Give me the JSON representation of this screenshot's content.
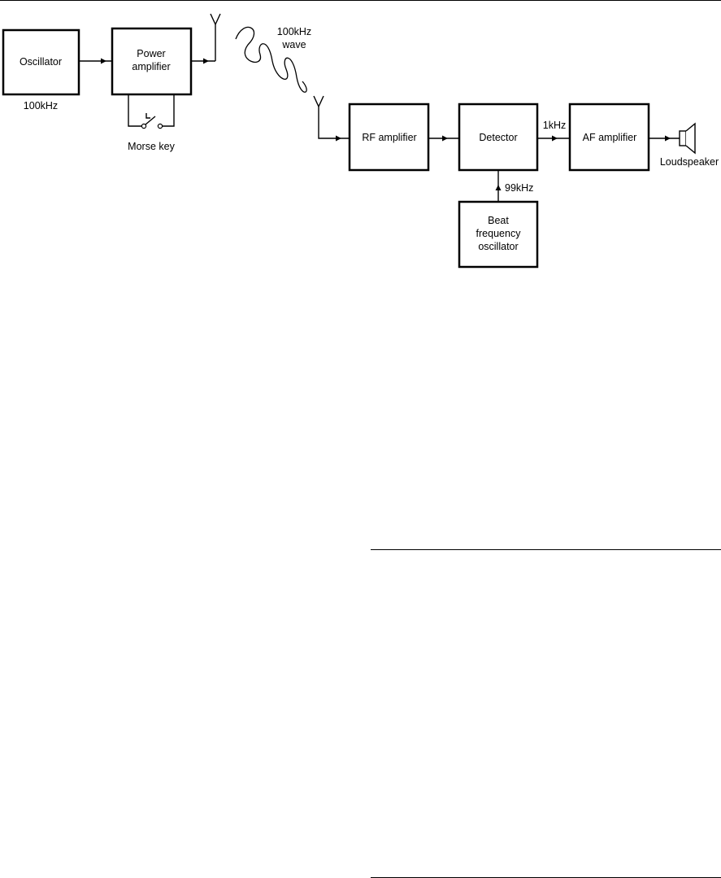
{
  "diagram": {
    "blocks": {
      "oscillator": "Oscillator",
      "power_amp_line1": "Power",
      "power_amp_line2": "amplifier",
      "rf_amp": "RF amplifier",
      "detector": "Detector",
      "af_amp": "AF amplifier",
      "bfo_line1": "Beat",
      "bfo_line2": "frequency",
      "bfo_line3": "oscillator"
    },
    "labels": {
      "osc_freq": "100kHz",
      "wave_line1": "100kHz",
      "wave_line2": "wave",
      "morse_key": "Morse key",
      "detector_out": "1kHz",
      "bfo_freq": "99kHz",
      "loudspeaker": "Loudspeaker"
    }
  }
}
